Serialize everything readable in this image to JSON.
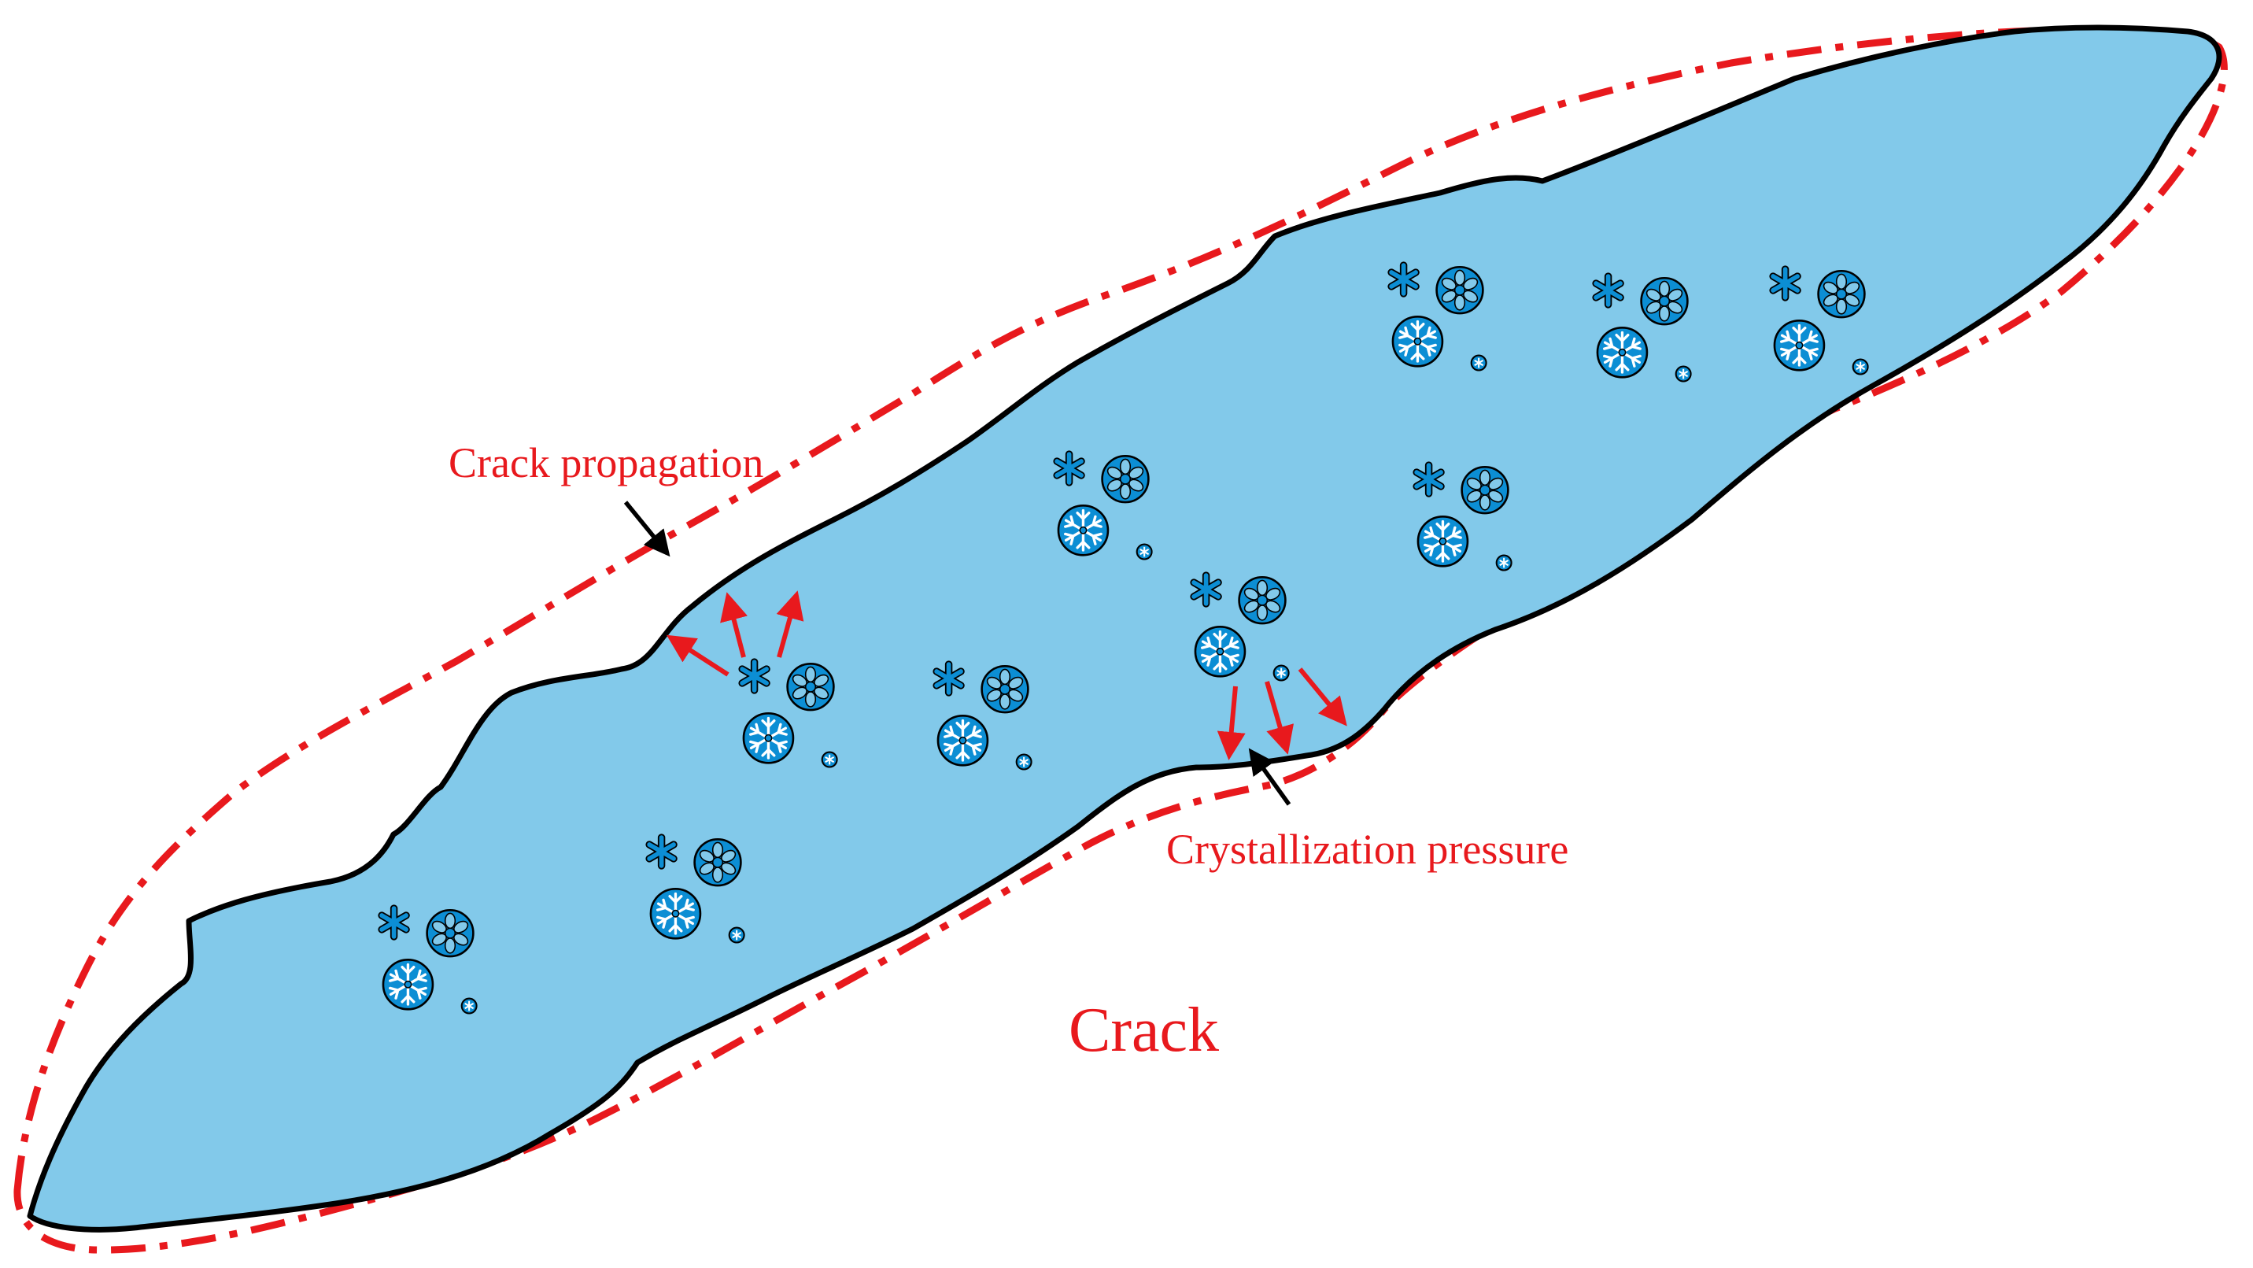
{
  "labels": {
    "crack_propagation": "Crack propagation",
    "crystallization_pressure": "Crystallization pressure",
    "crack": "Crack"
  },
  "colors": {
    "crack_fill": "#82c9ea",
    "crack_outline": "#000000",
    "propagation_boundary": "#e8191d",
    "label_text": "#e8191d",
    "pressure_arrow": "#e8191d",
    "pointer_arrow": "#000000",
    "ice_crystal": "#0c8ed4"
  },
  "icons": {
    "ice_crystal": "snowflake-icon",
    "small_ice_crystal": "asterisk-snowflake-icon"
  }
}
